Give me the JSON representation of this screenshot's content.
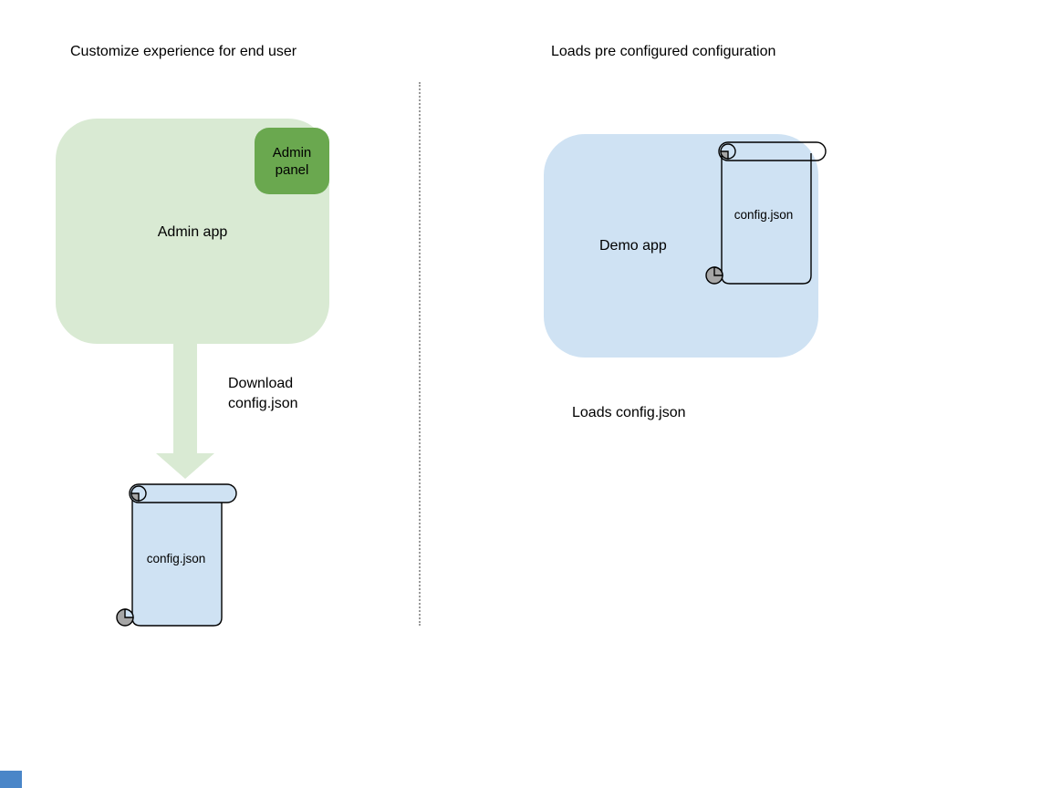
{
  "left": {
    "title": "Customize experience for end user",
    "app_label": "Admin app",
    "panel_label": "Admin panel",
    "arrow_label_line1": "Download",
    "arrow_label_line2": "config.json",
    "file_label": "config.json"
  },
  "right": {
    "title": "Loads pre configured configuration",
    "app_label": "Demo app",
    "file_label": "config.json",
    "caption": "Loads config.json"
  },
  "icons": {
    "download_arrow": "down-arrow-icon",
    "config_file": "scroll-document-icon"
  },
  "colors": {
    "light_green": "#d9ead3",
    "dark_green": "#6aa84f",
    "light_blue": "#cfe2f3",
    "curl_gray": "#a6a6a6",
    "divider_gray": "#9a9a9a",
    "accent_blue": "#4a86c8",
    "text": "#000000"
  }
}
